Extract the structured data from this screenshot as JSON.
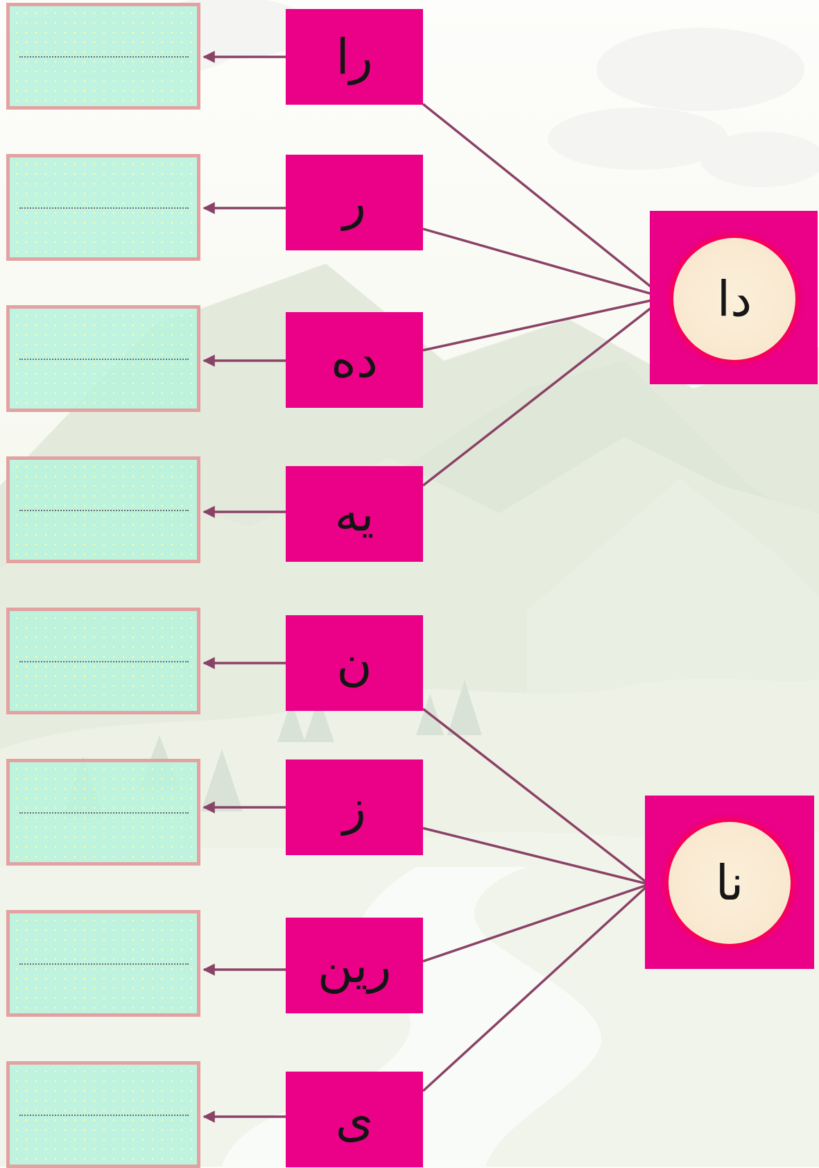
{
  "stems": [
    {
      "label": "دا"
    },
    {
      "label": "نا"
    }
  ],
  "endings": [
    {
      "label": "را",
      "stem": 0
    },
    {
      "label": "ر",
      "stem": 0
    },
    {
      "label": "ده",
      "stem": 0
    },
    {
      "label": "یه",
      "stem": 0
    },
    {
      "label": "ن",
      "stem": 1
    },
    {
      "label": "ز",
      "stem": 1
    },
    {
      "label": "رین",
      "stem": 1
    },
    {
      "label": "ی",
      "stem": 1
    }
  ],
  "answers": [
    "",
    "",
    "",
    "",
    "",
    "",
    "",
    ""
  ],
  "colors": {
    "tile": "#ea0188",
    "connector_line": "#8a4266",
    "arrow": "#8a4266",
    "box_fill": "#b7f3dd",
    "box_border": "#e3a2a1"
  }
}
